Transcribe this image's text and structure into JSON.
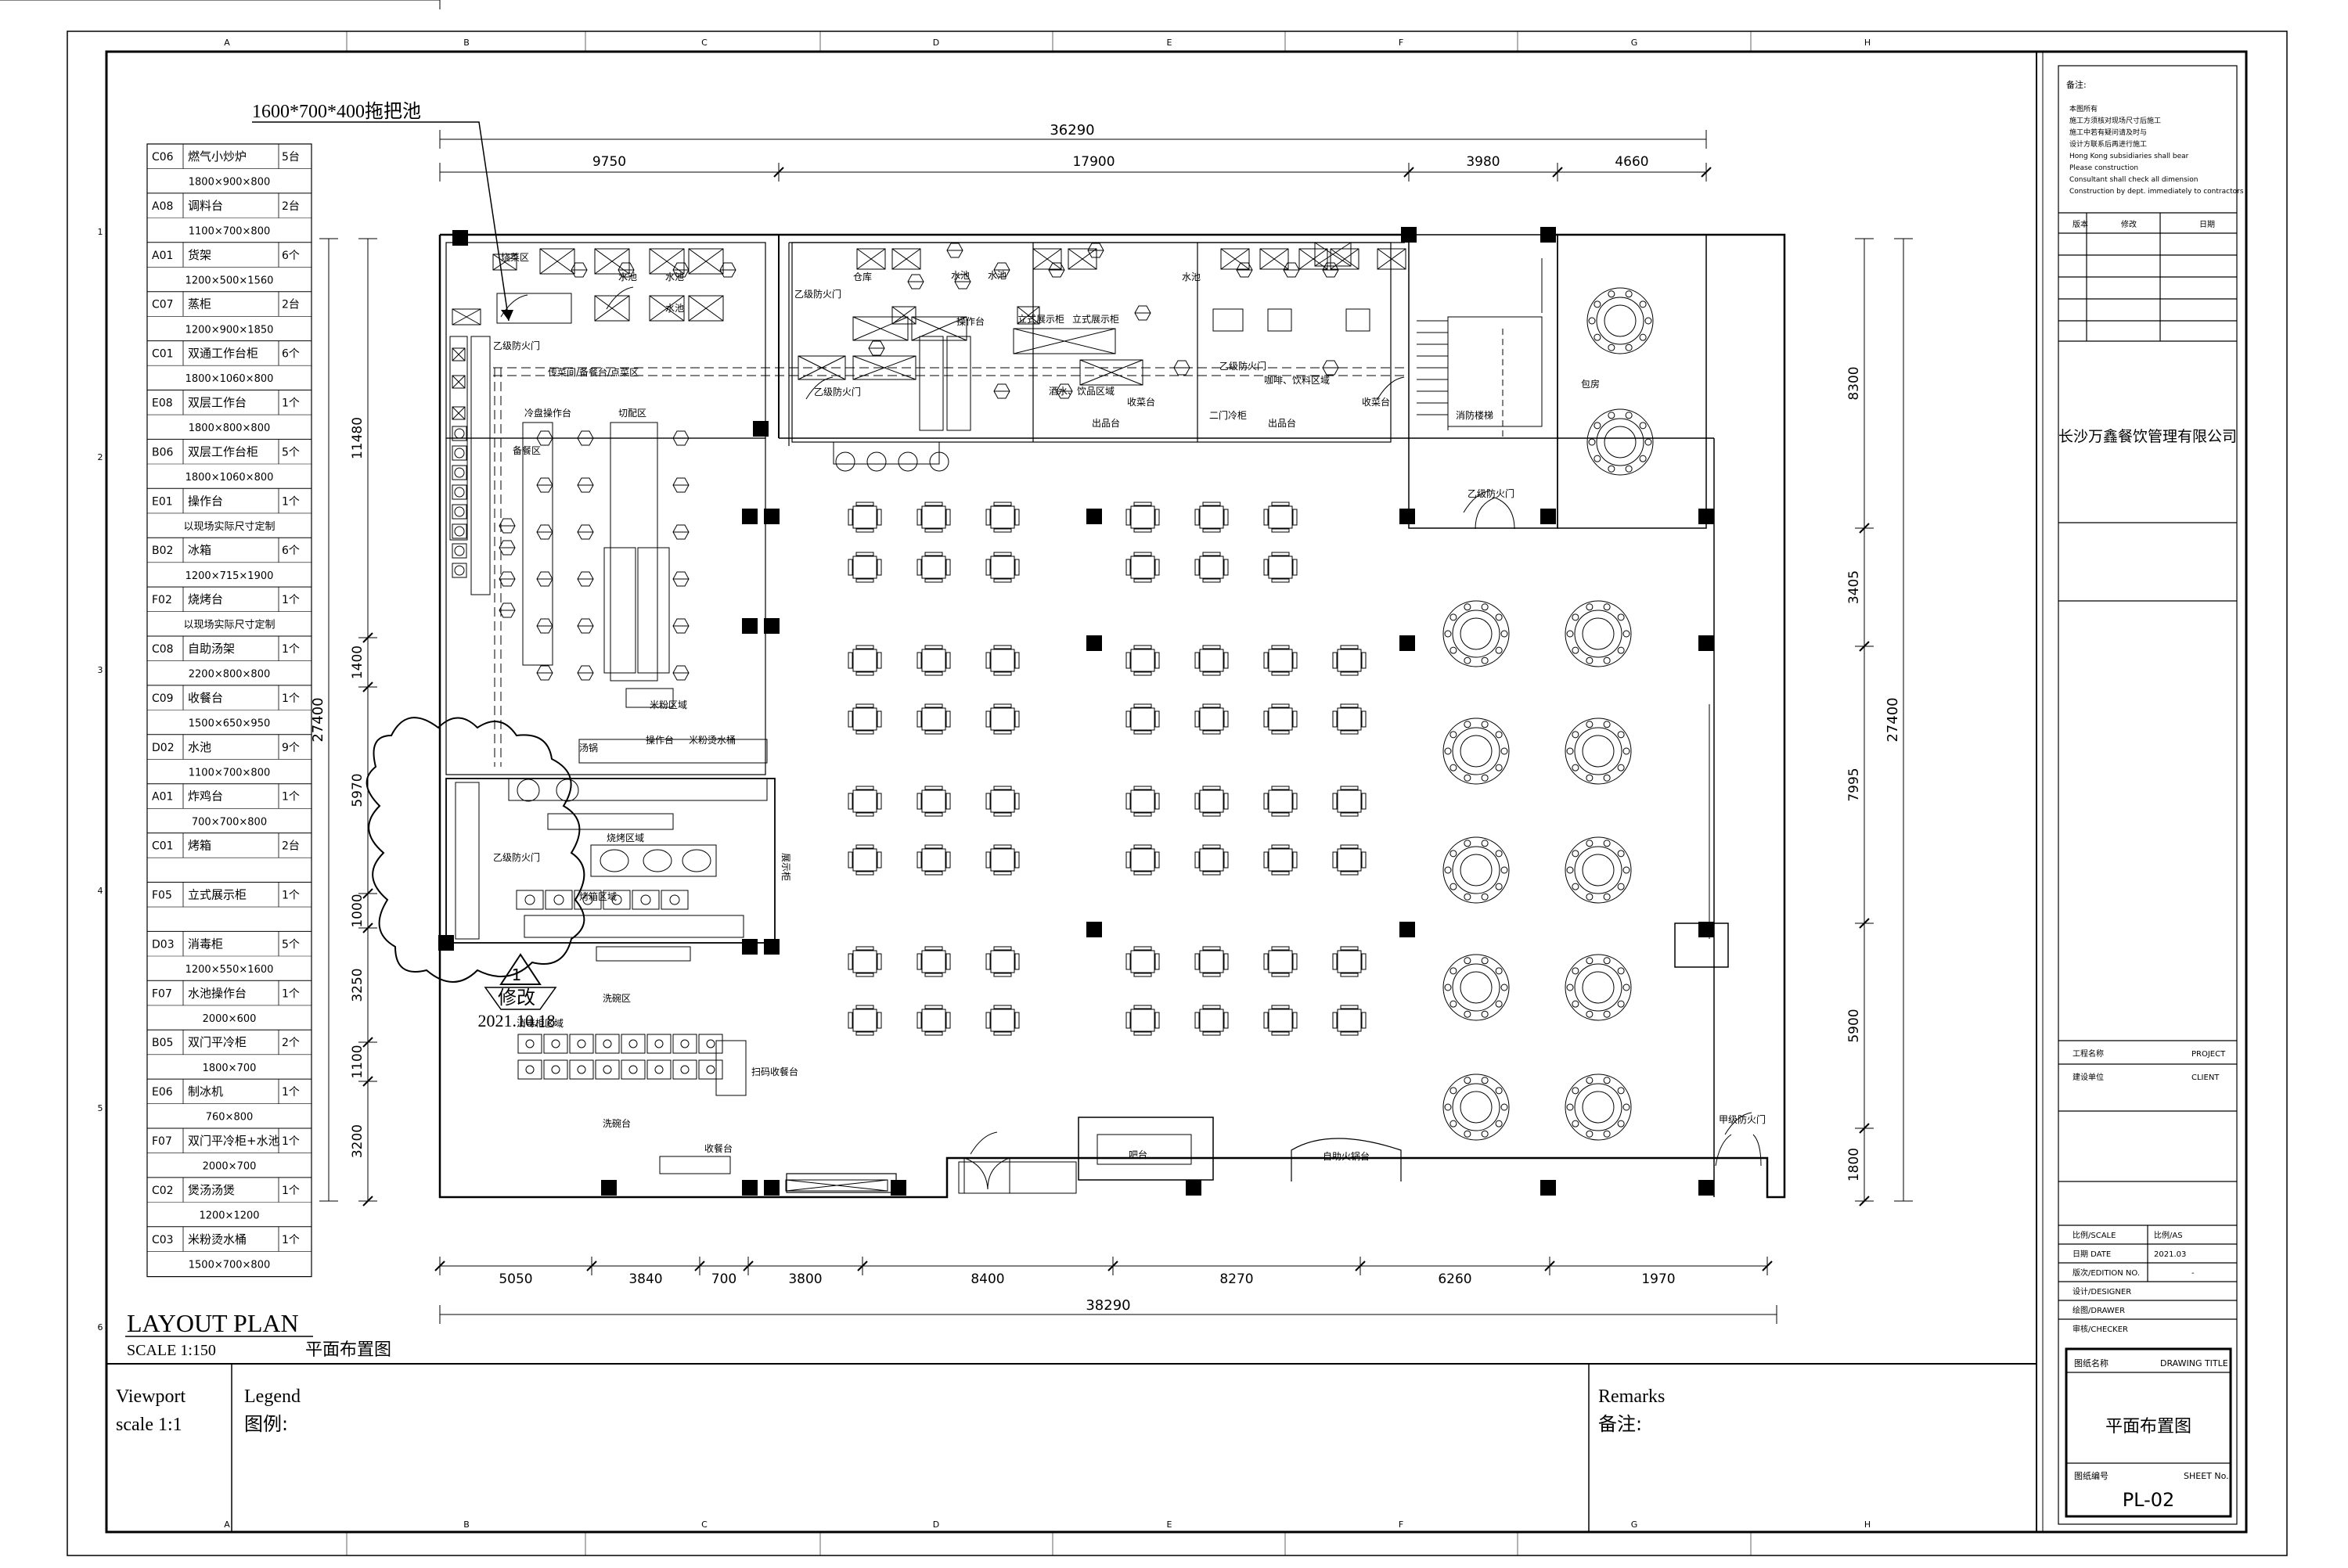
{
  "plan": {
    "title": "LAYOUT PLAN",
    "scale": "SCALE  1:150",
    "title_cn": "平面布置图",
    "callout": "1600*700*400拖把池",
    "revision": {
      "label": "修改",
      "number": "1",
      "date": "2021.10.18"
    }
  },
  "dims": {
    "top_total": "36290",
    "top_segments": [
      "9750",
      "17900",
      "3980",
      "4660"
    ],
    "bottom_total": "38290",
    "bottom_segments": [
      "5050",
      "3840",
      "700",
      "3800",
      "8400",
      "8270",
      "6260",
      "1970"
    ],
    "left_total": "27400",
    "left_segments": [
      "11480",
      "1400",
      "5970",
      "1000",
      "3250",
      "1100",
      "3200"
    ],
    "right_total": "27400",
    "right_segments": [
      "8300",
      "3405",
      "7995",
      "5900",
      "1800"
    ]
  },
  "grid": {
    "cols": [
      "A",
      "B",
      "C",
      "D",
      "E",
      "F",
      "G",
      "H"
    ],
    "rows": [
      "1",
      "2",
      "3",
      "4",
      "5",
      "6"
    ]
  },
  "equipment": [
    {
      "code": "C06",
      "name": "燃气小炒炉",
      "qty": "5台",
      "size": "1800×900×800"
    },
    {
      "code": "A08",
      "name": "调料台",
      "qty": "2台",
      "size": "1100×700×800"
    },
    {
      "code": "A01",
      "name": "货架",
      "qty": "6个",
      "size": "1200×500×1560"
    },
    {
      "code": "C07",
      "name": "蒸柜",
      "qty": "2台",
      "size": "1200×900×1850"
    },
    {
      "code": "C01",
      "name": "双通工作台柜",
      "qty": "6个",
      "size": "1800×1060×800"
    },
    {
      "code": "E08",
      "name": "双层工作台",
      "qty": "1个",
      "size": "1800×800×800"
    },
    {
      "code": "B06",
      "name": "双层工作台柜",
      "qty": "5个",
      "size": "1800×1060×800"
    },
    {
      "code": "E01",
      "name": "操作台",
      "qty": "1个",
      "size": "以现场实际尺寸定制"
    },
    {
      "code": "B02",
      "name": "冰箱",
      "qty": "6个",
      "size": "1200×715×1900"
    },
    {
      "code": "F02",
      "name": "烧烤台",
      "qty": "1个",
      "size": "以现场实际尺寸定制"
    },
    {
      "code": "C08",
      "name": "自助汤架",
      "qty": "1个",
      "size": "2200×800×800"
    },
    {
      "code": "C09",
      "name": "收餐台",
      "qty": "1个",
      "size": "1500×650×950"
    },
    {
      "code": "D02",
      "name": "水池",
      "qty": "9个",
      "size": "1100×700×800"
    },
    {
      "code": "A01",
      "name": "炸鸡台",
      "qty": "1个",
      "size": "700×700×800"
    },
    {
      "code": "C01",
      "name": "烤箱",
      "qty": "2台",
      "size": ""
    },
    {
      "code": "F05",
      "name": "立式展示柜",
      "qty": "1个",
      "size": ""
    },
    {
      "code": "D03",
      "name": "消毒柜",
      "qty": "5个",
      "size": "1200×550×1600"
    },
    {
      "code": "F07",
      "name": "水池操作台",
      "qty": "1个",
      "size": "2000×600"
    },
    {
      "code": "B05",
      "name": "双门平冷柜",
      "qty": "2个",
      "size": "1800×700"
    },
    {
      "code": "E06",
      "name": "制冰机",
      "qty": "1个",
      "size": "760×800"
    },
    {
      "code": "F07",
      "name": "双门平冷柜+水池",
      "qty": "1个",
      "size": "2000×700"
    },
    {
      "code": "C02",
      "name": "煲汤汤煲",
      "qty": "1个",
      "size": "1200×1200"
    },
    {
      "code": "C03",
      "name": "米粉烫水桶",
      "qty": "1个",
      "size": "1500×700×800"
    }
  ],
  "rooms": {
    "kitchen_labels": [
      "烧菜区",
      "乙级防火门",
      "水池",
      "水池",
      "水池",
      "冷盘操作台",
      "切配区",
      "备餐区",
      "传菜间/备餐台/点菜区",
      "米粉区域",
      "操作台",
      "米粉烫水桶",
      "汤锅",
      "烧烤区域",
      "乙级防火门",
      "烤箱区域",
      "展示柜"
    ],
    "upper_labels": [
      "仓库",
      "乙级防火门",
      "水池",
      "水池",
      "操作台",
      "立式展示柜",
      "立式展示柜",
      "收菜台",
      "出品台",
      "乙级防火门",
      "酒水、饮品区域",
      "水池",
      "乙级防火门",
      "咖啡、饮料区域",
      "收菜台",
      "二门冷柜",
      "出品台"
    ],
    "lower_labels": [
      "洗碗区",
      "消毒柜区域",
      "洗碗台",
      "扫码收餐台",
      "收餐台",
      "吧台",
      "自助火锅台"
    ],
    "right_labels": [
      "消防楼梯",
      "乙级防火门",
      "包房",
      "甲级防火门"
    ]
  },
  "bottom": {
    "viewport": "Viewport",
    "viewport_scale": "scale 1:1",
    "legend_en": "Legend",
    "legend_cn": "图例:",
    "remarks_en": "Remarks",
    "remarks_cn": "备注:"
  },
  "titleblock": {
    "notes_head": "备注:",
    "notes": [
      "本图所有",
      "施工方须核对现场尺寸后施工",
      "施工中若有疑问请及时与",
      "设计方联系后再进行施工",
      "Hong Kong subsidiaries shall bear",
      "Please construction",
      "Consultant shall check all dimension",
      "Construction by dept. immediately to contractors"
    ],
    "rev_headers": [
      "版本",
      "修改",
      "日期"
    ],
    "company": "长沙万鑫餐饮管理有限公司",
    "project_label": "工程名称",
    "project_en": "PROJECT",
    "client_label": "建设单位",
    "client_en": "CLIENT",
    "scale_label": "比例/SCALE",
    "scale_value": "比例/AS",
    "date_label": "日期 DATE",
    "date_value": "2021.03",
    "edition_label": "版次/EDITION NO.",
    "edition_value": "-",
    "designer": "设计/DESIGNER",
    "drawer": "绘图/DRAWER",
    "checker": "审核/CHECKER",
    "drawing_title_label": "图纸名称",
    "drawing_title_en": "DRAWING TITLE",
    "drawing_title": "平面布置图",
    "sheet_label": "图纸编号",
    "sheet_en": "SHEET No.",
    "sheet_no": "PL-02"
  }
}
